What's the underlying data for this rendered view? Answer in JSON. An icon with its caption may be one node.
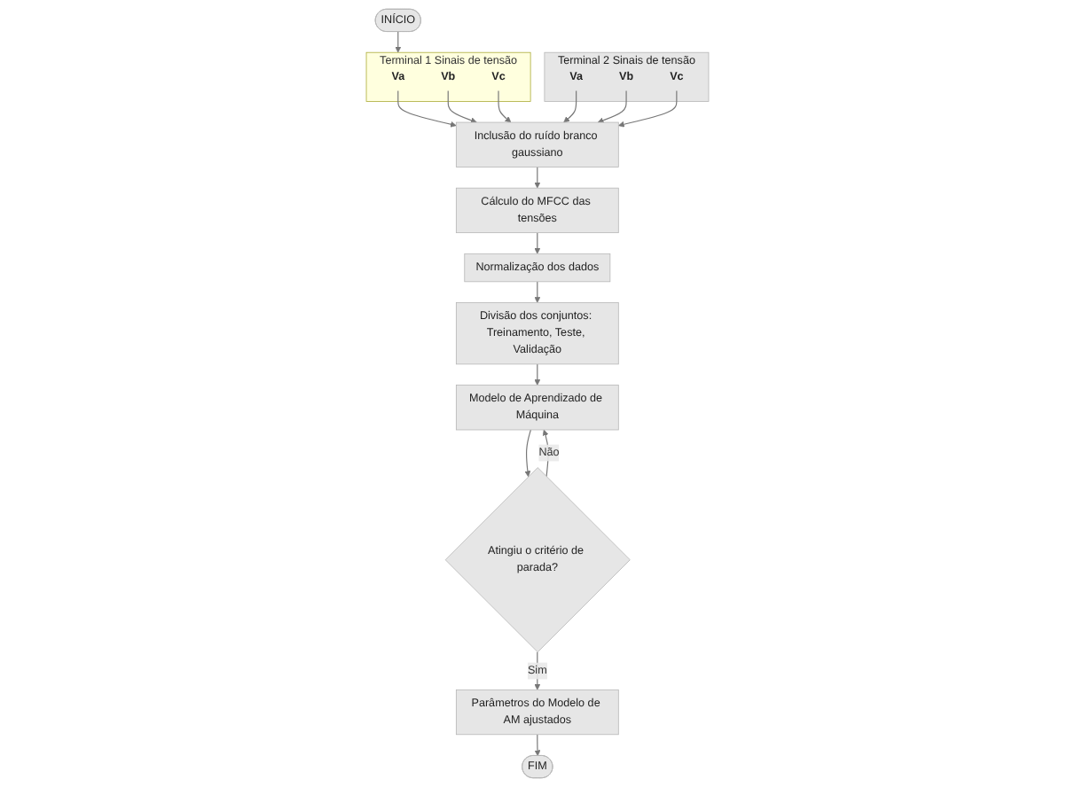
{
  "diagram": {
    "nodes": [
      {
        "text": [
          "INÍCIO"
        ]
      },
      {
        "text": [
          "Terminal 1 Sinais de tensão"
        ]
      },
      {
        "text": [
          "Va"
        ],
        "in": 1
      },
      {
        "text": [
          "Vb"
        ],
        "in": 1
      },
      {
        "text": [
          "Vc"
        ],
        "in": 1
      },
      {
        "text": [
          "Terminal 2 Sinais de tensão"
        ]
      },
      {
        "text": [
          "Va"
        ],
        "in": 5
      },
      {
        "text": [
          "Vb"
        ],
        "in": 5
      },
      {
        "text": [
          "Vc"
        ],
        "in": 5
      },
      {
        "text": [
          "Inclusão do ruído branco gaussiano"
        ]
      },
      {
        "text": [
          "Cálculo do MFCC das tensões"
        ]
      },
      {
        "text": [
          "Normalização dos dados"
        ]
      },
      {
        "text": [
          "Divisão dos conjuntos: Treinamento, Teste, Validação"
        ]
      },
      {
        "text": [
          "Modelo de Aprendizado de Máquina"
        ]
      },
      {
        "text": [
          "Atingiu o critério de parada?"
        ]
      },
      {
        "text": [
          "Parâmetros do Modelo de AM ajustados"
        ]
      },
      {
        "text": [
          "FIM"
        ]
      }
    ],
    "edges": [
      {
        "from": 0,
        "to": 1,
        "arrow": "to"
      },
      {
        "from": 2,
        "to": 9,
        "arrow": "to"
      },
      {
        "from": 3,
        "to": 9,
        "arrow": "to"
      },
      {
        "from": 4,
        "to": 9,
        "arrow": "to"
      },
      {
        "from": 6,
        "to": 9,
        "arrow": "to"
      },
      {
        "from": 7,
        "to": 9,
        "arrow": "to"
      },
      {
        "from": 8,
        "to": 9,
        "arrow": "to"
      },
      {
        "from": 9,
        "to": 10,
        "arrow": "to"
      },
      {
        "from": 10,
        "to": 11,
        "arrow": "to"
      },
      {
        "from": 11,
        "to": 12,
        "arrow": "to"
      },
      {
        "from": 12,
        "to": 13,
        "arrow": "to"
      },
      {
        "from": 13,
        "to": 14,
        "arrow": "to"
      },
      {
        "from": 14,
        "to": 15,
        "arrow": "to",
        "label": "Sim"
      },
      {
        "from": 14,
        "to": 13,
        "arrow": "to",
        "label": "Não"
      },
      {
        "from": 15,
        "to": 16,
        "arrow": "to"
      }
    ]
  }
}
